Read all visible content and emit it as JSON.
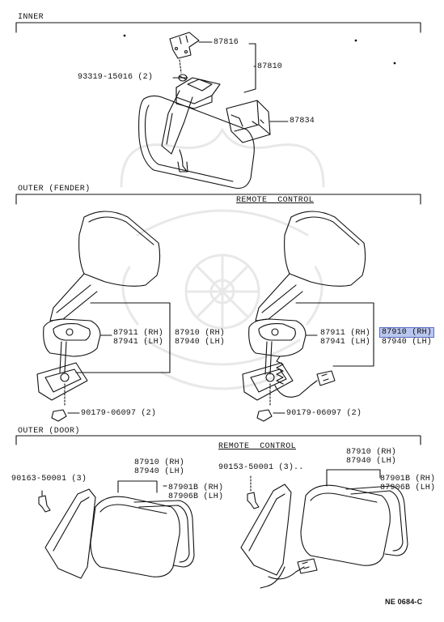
{
  "sections": {
    "inner": "INNER",
    "outer_fender": "OUTER (FENDER)",
    "outer_door": "OUTER (DOOR)",
    "remote_fender": "REMOTE  CONTROL",
    "remote_door": "REMOTE  CONTROL"
  },
  "inner": {
    "p87816": "87816",
    "p87810": "87810",
    "p93319": "93319-15016 (2)",
    "p87834": "87834"
  },
  "fender_left": {
    "p87911": "87911 (RH)",
    "p87941": "87941 (LH)",
    "p87910": "87910 (RH)",
    "p87940": "87940 (LH)",
    "p90179": "90179-06097 (2)"
  },
  "fender_right": {
    "p87911": "87911 (RH)",
    "p87941": "87941 (LH)",
    "p87910": "87910 (RH)",
    "p87940": "87940 (LH)",
    "p90179": "90179-06097 (2)"
  },
  "door_left": {
    "p90163": "90163-50001 (3)",
    "p87910": "87910 (RH)",
    "p87940": "87940 (LH)",
    "p87901": "87901B (RH)",
    "p87906": "87906B (LH)"
  },
  "door_right": {
    "p90153": "90153-50001 (3)..",
    "p87910": "87910 (RH)",
    "p87940": "87940 (LH)",
    "p87901": "87901B (RH)",
    "p87906": "87906B (LH)"
  },
  "footer": {
    "code": "NE 0684-C"
  },
  "colors": {
    "ink": "#111111",
    "highlight": "#b9c6ef",
    "highlight_border": "#5c6fc6"
  }
}
